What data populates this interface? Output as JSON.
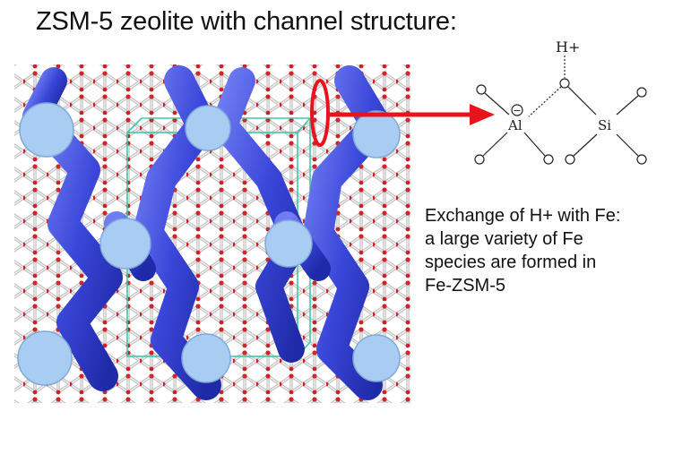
{
  "title": "ZSM-5 zeolite with channel structure:",
  "description_lines": [
    "Exchange of H+ with Fe:",
    "a large variety of Fe",
    "species are formed in",
    "Fe-ZSM-5"
  ],
  "site": {
    "proton": "H+",
    "aluminum": "Al",
    "silicon": "Si",
    "negative_charge": "−",
    "colors": {
      "arrow": "#e8141b",
      "tubes": "#3f4fe0",
      "tube_cap": "#a9cdf2",
      "cell": "#3fc7a8"
    }
  }
}
